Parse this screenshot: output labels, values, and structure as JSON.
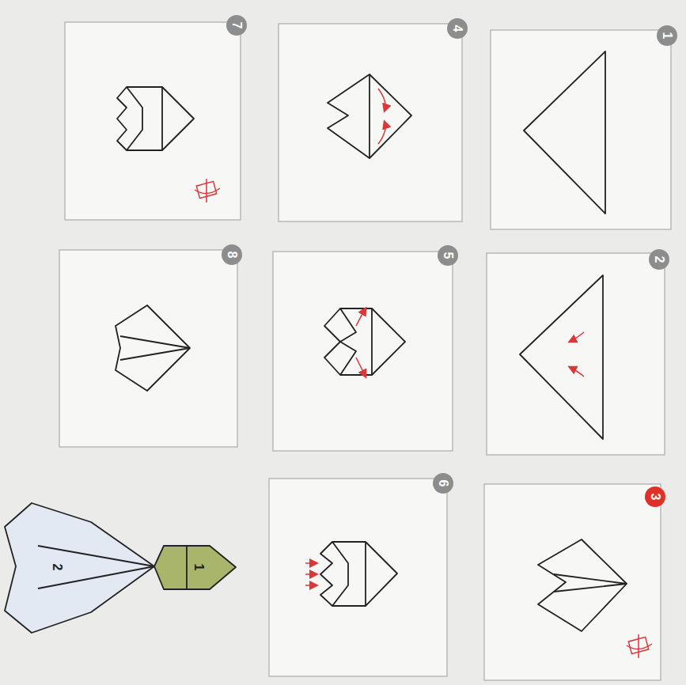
{
  "diagram": {
    "labels": [
      "7",
      "4",
      "1",
      "8",
      "5",
      "2",
      "2",
      "1",
      "6",
      "3"
    ]
  }
}
